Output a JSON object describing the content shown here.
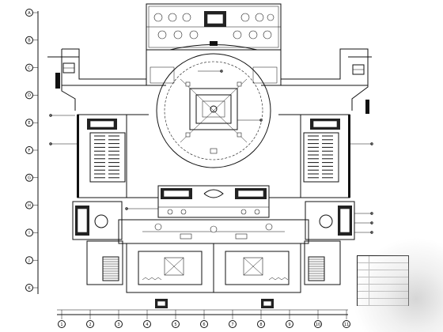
{
  "drawing": {
    "grid_rows": [
      "A",
      "B",
      "C",
      "D",
      "E",
      "F",
      "G",
      "H",
      "I",
      "J",
      "K"
    ],
    "grid_cols": [
      "1",
      "2",
      "3",
      "4",
      "5",
      "6",
      "7",
      "8",
      "9",
      "10",
      "11"
    ],
    "colors": {
      "line": "#111111",
      "paper": "#ffffff",
      "watermark": "#c8c8c8"
    }
  }
}
